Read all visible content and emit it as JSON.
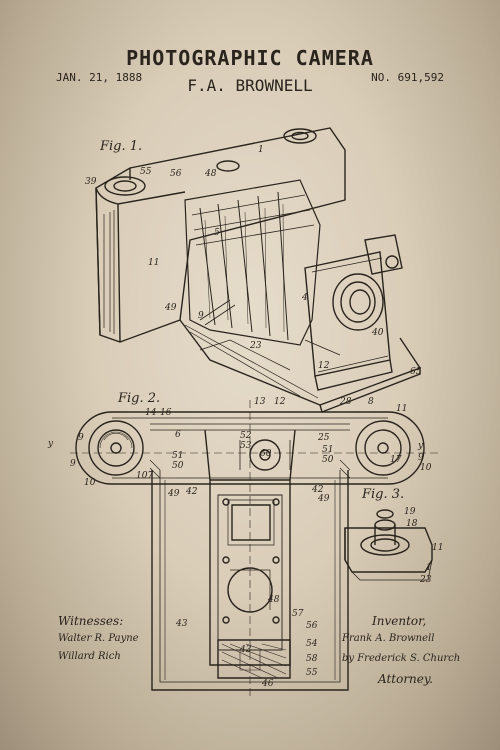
{
  "header": {
    "title": "PHOTOGRAPHIC CAMERA",
    "inventor_name": "F.A. BROWNELL",
    "date": "JAN. 21, 1888",
    "patent_number": "NO. 691,592"
  },
  "figures": {
    "fig1": "Fig. 1.",
    "fig2": "Fig. 2.",
    "fig3": "Fig. 3."
  },
  "signatures": {
    "witnesses_label": "Witnesses:",
    "witness_1": "Walter R. Payne",
    "witness_2": "Willard Rich",
    "inventor_label": "Inventor,",
    "inventor_signature": "Frank A. Brownell",
    "by_line": "by Frederick S. Church",
    "attorney_label": "Attorney."
  },
  "colors": {
    "ink": "#2a241d",
    "paper": "#ddd2be"
  }
}
